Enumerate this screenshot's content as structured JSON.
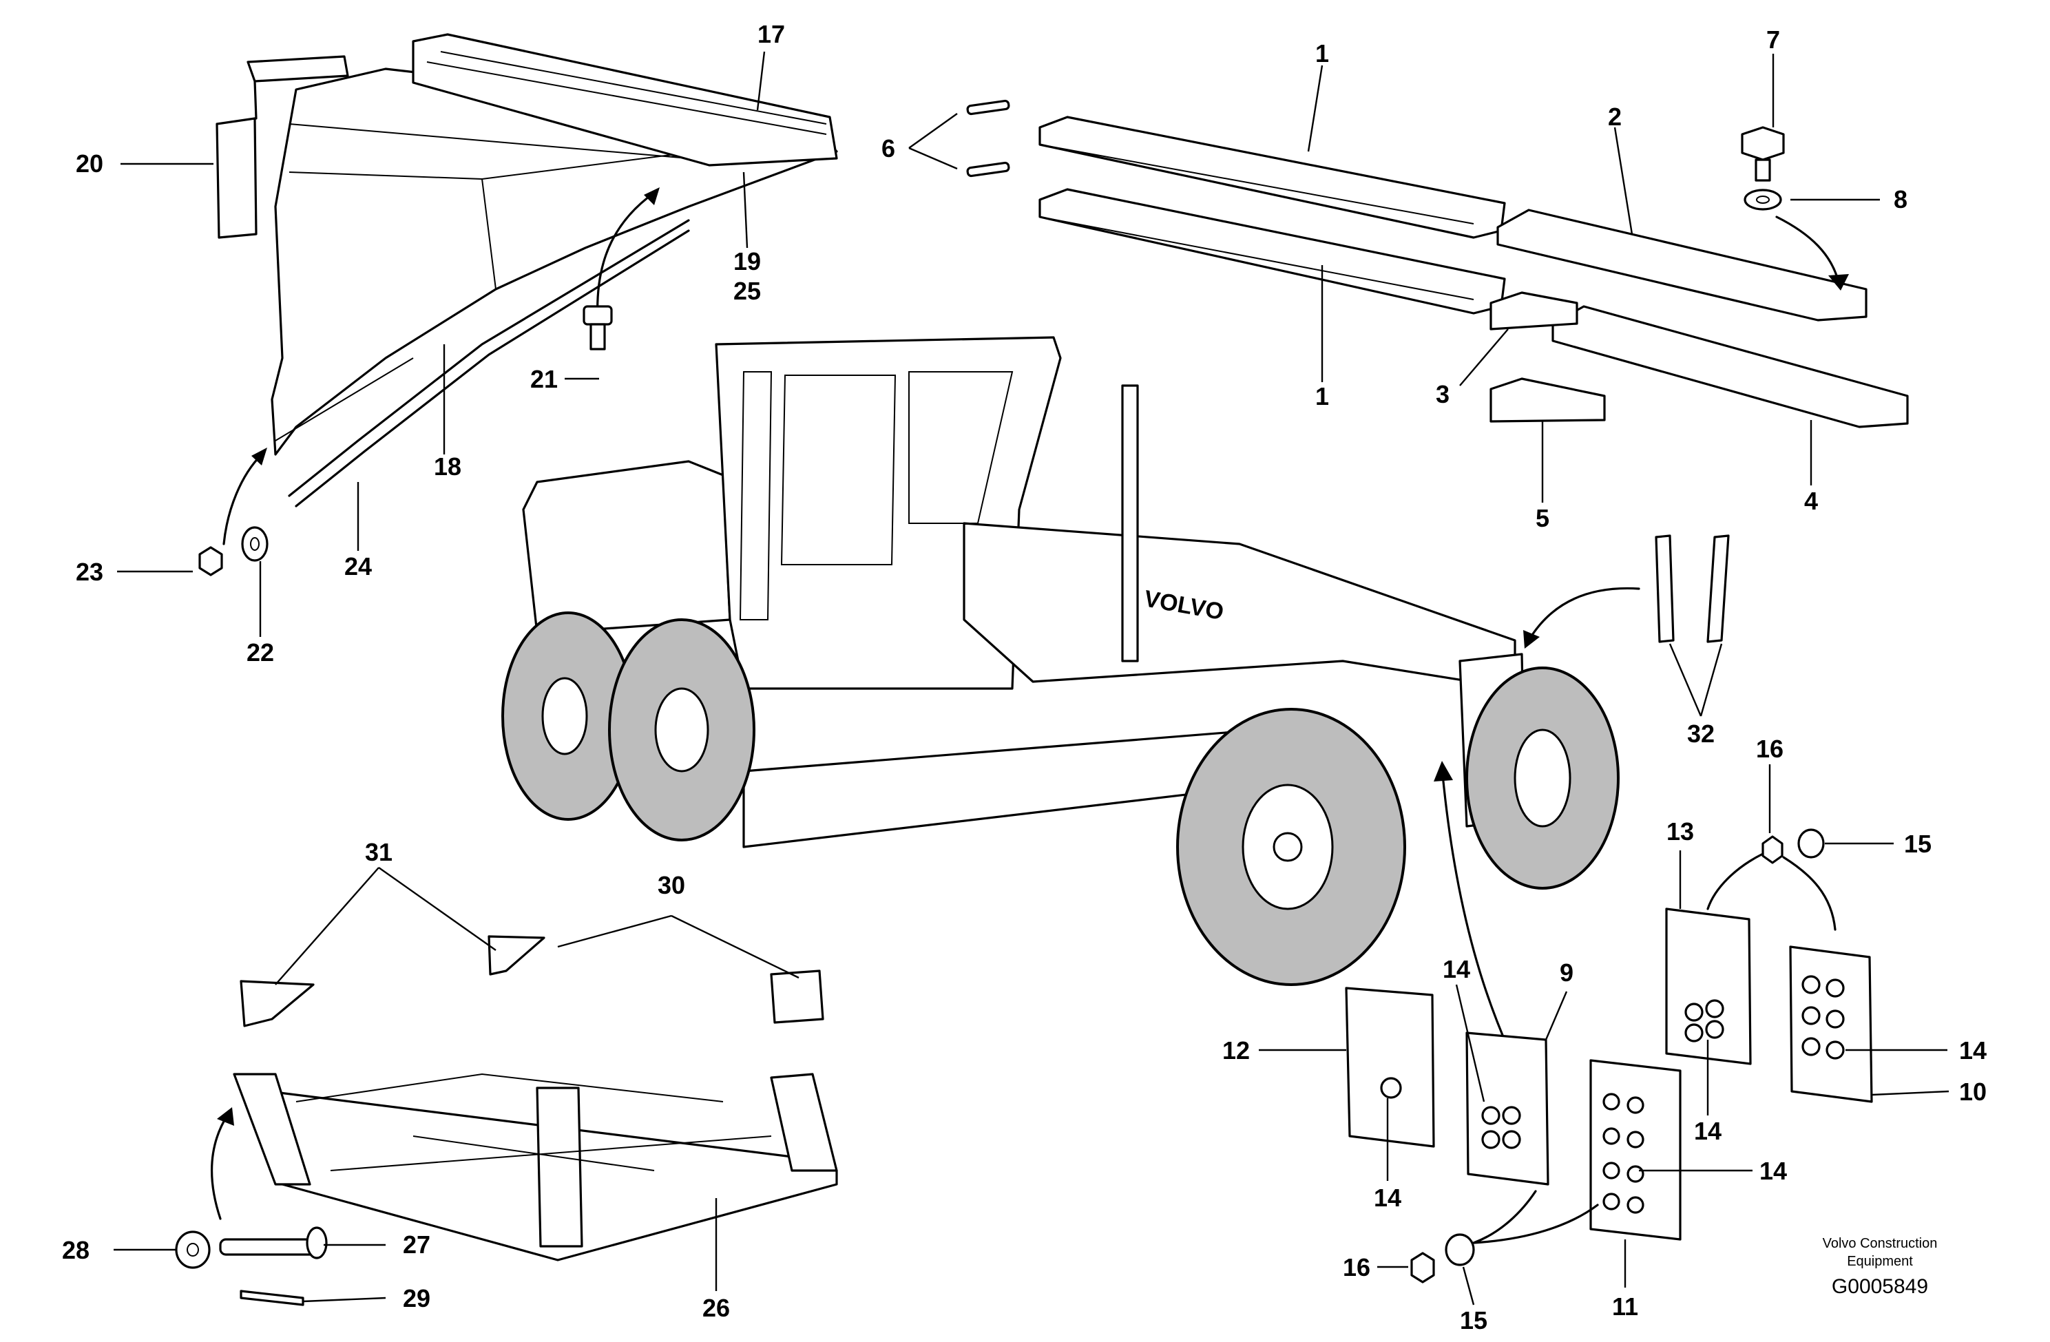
{
  "diagram": {
    "callouts": [
      "1",
      "1",
      "2",
      "3",
      "4",
      "5",
      "6",
      "7",
      "8",
      "9",
      "10",
      "11",
      "12",
      "13",
      "14",
      "14",
      "14",
      "14",
      "14",
      "14",
      "15",
      "15",
      "16",
      "16",
      "17",
      "18",
      "19",
      "25",
      "20",
      "21",
      "22",
      "23",
      "24",
      "26",
      "27",
      "28",
      "29",
      "30",
      "31",
      "32"
    ],
    "brand_text": "VOLVO",
    "credit_line1": "Volvo Construction",
    "credit_line2": "Equipment",
    "figure_code": "G0005849"
  }
}
